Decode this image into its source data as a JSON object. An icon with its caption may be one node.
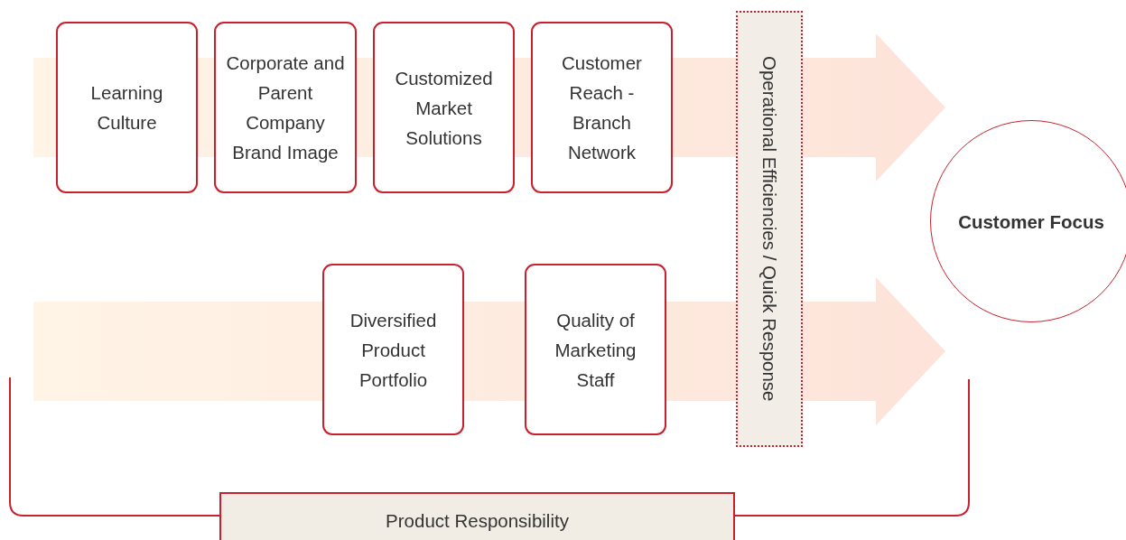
{
  "diagram": {
    "nodes": [
      {
        "text": [
          "Learning Culture"
        ]
      },
      {
        "text": [
          "Corporate and Parent Company Brand Image"
        ]
      },
      {
        "text": [
          "Customized Market Solutions"
        ]
      },
      {
        "text": [
          "Customer Reach - Branch Network"
        ]
      },
      {
        "text": [
          "Diversified Product Portfolio"
        ]
      },
      {
        "text": [
          "Quality of Marketing Staff"
        ]
      },
      {
        "text": [
          "Operational Efficiencies / Quick Response"
        ]
      },
      {
        "text": [
          "Customer Focus"
        ]
      },
      {
        "text": [
          "Product Responsibility"
        ]
      }
    ],
    "edges": [
      {
        "from": null,
        "to": 7,
        "arrow": "to"
      },
      {
        "from": null,
        "to": 7,
        "arrow": "to"
      }
    ]
  }
}
